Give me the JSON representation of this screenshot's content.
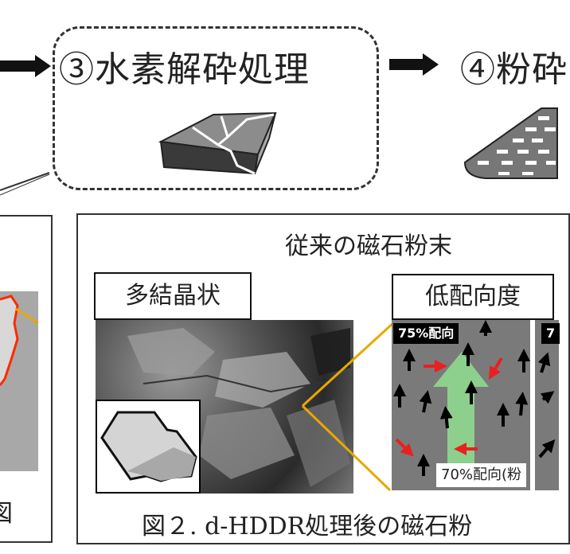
{
  "flow": {
    "step3_title": "③水素解砕処理",
    "step4_title": "④粉砕"
  },
  "left_panel": {
    "caption_fragment": "図"
  },
  "right_panel": {
    "subtitle": "従来の磁石粉末",
    "polycrystal_label": "多結晶状",
    "low_orientation_label": "低配向度",
    "orientation_tag_top": "75%配向",
    "orientation_tag_top_next": "7",
    "orientation_tag_bottom": "70%配向(粉",
    "caption": "図２. d-HDDR処理後の磁石粉"
  },
  "colors": {
    "highlight_line": "#e8a800",
    "boundary_red": "#ff2a00",
    "misaligned_arrow": "#e82020",
    "easy_axis_arrow": "#8fd88f"
  }
}
